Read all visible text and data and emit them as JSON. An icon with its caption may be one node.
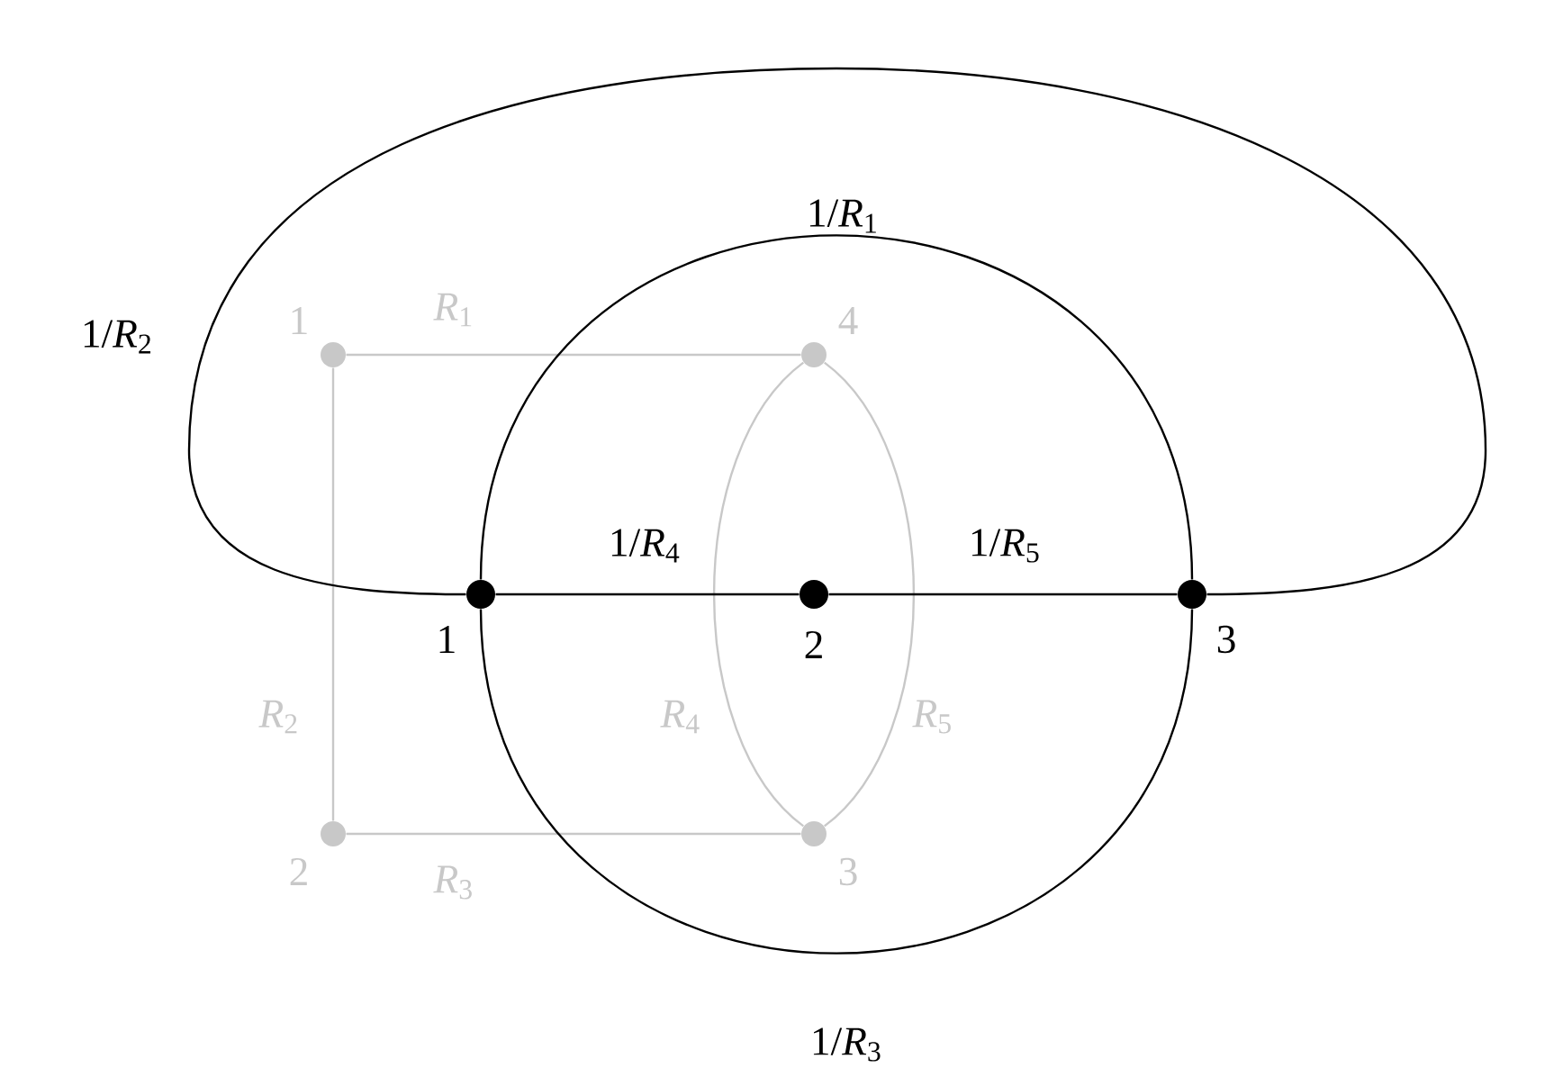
{
  "diagram": {
    "nodes": [
      {
        "text": [],
        "shape": "circle",
        "beside": [
          "1"
        ]
      },
      {
        "text": [],
        "shape": "circle",
        "beside": [
          "4"
        ]
      },
      {
        "text": [],
        "shape": "circle",
        "beside": [
          "2"
        ]
      },
      {
        "text": [],
        "shape": "circle",
        "beside": [
          "3"
        ]
      },
      {
        "text": [],
        "shape": "circle",
        "beside": [
          "1"
        ]
      },
      {
        "text": [],
        "shape": "circle",
        "beside": [
          "2"
        ]
      },
      {
        "text": [],
        "shape": "circle",
        "beside": [
          "3"
        ]
      }
    ],
    "edges": [
      {
        "from": 0,
        "to": 1,
        "arrow": "none",
        "label": "*R*$_{1}$",
        "color": "#c8c8c8"
      },
      {
        "from": 0,
        "to": 2,
        "arrow": "none",
        "label": "*R*$_{2}$",
        "color": "#c8c8c8"
      },
      {
        "from": 2,
        "to": 3,
        "arrow": "none",
        "label": "*R*$_{3}$",
        "color": "#c8c8c8"
      },
      {
        "from": 1,
        "to": 3,
        "arrow": "none",
        "label": "*R*$_{4}$",
        "color": "#c8c8c8"
      },
      {
        "from": 1,
        "to": 3,
        "arrow": "none",
        "label": "*R*$_{5}$",
        "color": "#c8c8c8"
      },
      {
        "from": 4,
        "to": 5,
        "arrow": "none",
        "label": "1/*R*$_{4}$",
        "color": "#000000"
      },
      {
        "from": 5,
        "to": 6,
        "arrow": "none",
        "label": "1/*R*$_{5}$",
        "color": "#000000"
      },
      {
        "from": 4,
        "to": 6,
        "arrow": "none",
        "label": "1/*R*$_{1}$",
        "color": "#000000"
      },
      {
        "from": 4,
        "to": 6,
        "arrow": "none",
        "label": "1/*R*$_{3}$",
        "color": "#000000"
      },
      {
        "from": 4,
        "to": 6,
        "arrow": "none",
        "label": "1/*R*$_{2}$",
        "color": "#000000"
      }
    ]
  }
}
